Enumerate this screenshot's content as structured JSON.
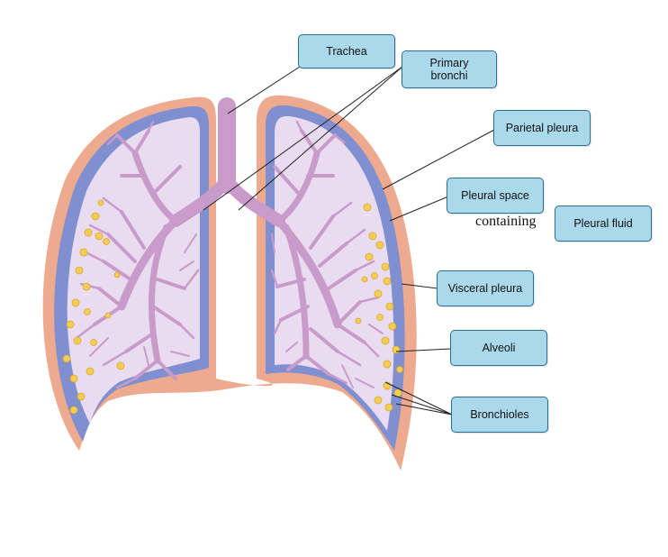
{
  "labels": {
    "trachea": "Trachea",
    "primary_bronchi": "Primary bronchi",
    "parietal_pleura": "Parietal pleura",
    "pleural_space": "Pleural space",
    "containing": "containing",
    "pleural_fluid": "Pleural fluid",
    "visceral_pleura": "Visceral pleura",
    "alveoli": "Alveoli",
    "bronchioles": "Bronchioles"
  },
  "colors": {
    "parietal_pleura": "#eeaa8e",
    "visceral_pleura": "#7f8fcf",
    "lung_tissue": "#eadcf0",
    "airway": "#c99bcb",
    "alveoli": "#f3cd55",
    "label_fill": "#a9d9ea",
    "label_border": "#2b6f8e"
  }
}
